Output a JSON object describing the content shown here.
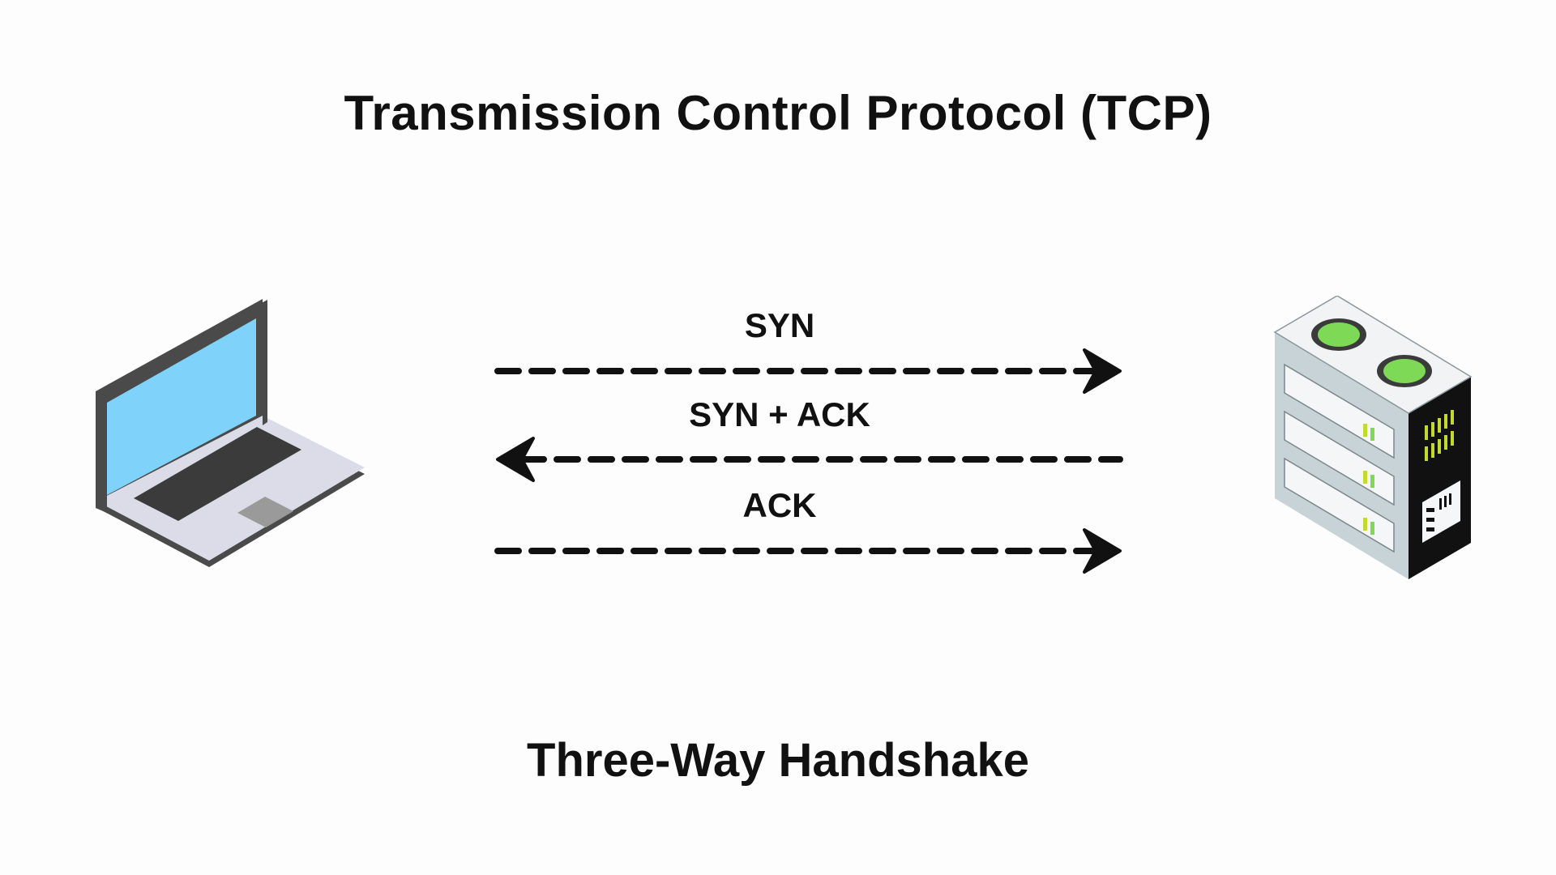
{
  "title": "Transmission Control Protocol (TCP)",
  "subtitle": "Three-Way Handshake",
  "nodes": {
    "client": {
      "icon": "laptop-icon"
    },
    "server": {
      "icon": "server-icon"
    }
  },
  "messages": [
    {
      "label": "SYN",
      "direction": "client-to-server"
    },
    {
      "label": "SYN + ACK",
      "direction": "server-to-client"
    },
    {
      "label": "ACK",
      "direction": "client-to-server"
    }
  ],
  "colors": {
    "background": "#fdfdfd",
    "text": "#111111",
    "arrow": "#111111",
    "laptop_screen": "#7fd3fb",
    "laptop_frame": "#4a4a4a",
    "server_fan": "#7ed957"
  }
}
